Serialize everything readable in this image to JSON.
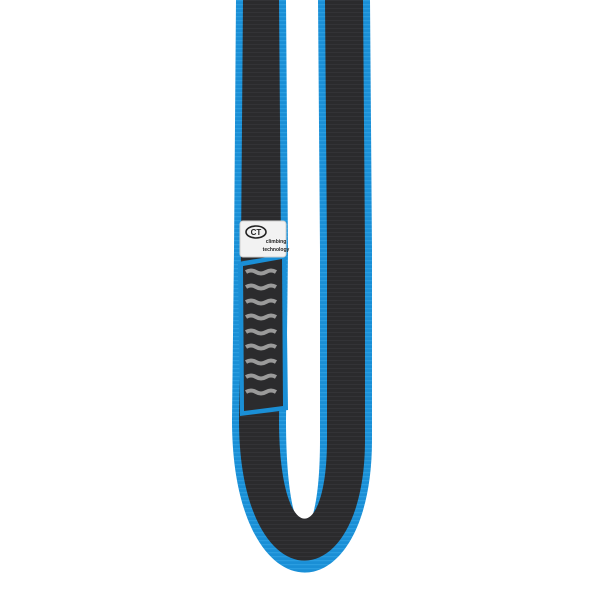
{
  "product": {
    "type": "sling",
    "colors": {
      "webbing_core": "#2b2b2d",
      "webbing_edge": "#1a8fd6",
      "bartack_stitch": "#9a9a9a",
      "label_background": "#f2f2f2",
      "background": "#ffffff"
    }
  },
  "label": {
    "logo_text": "CT",
    "brand_line_1": "climbing",
    "brand_line_2": "technology"
  }
}
